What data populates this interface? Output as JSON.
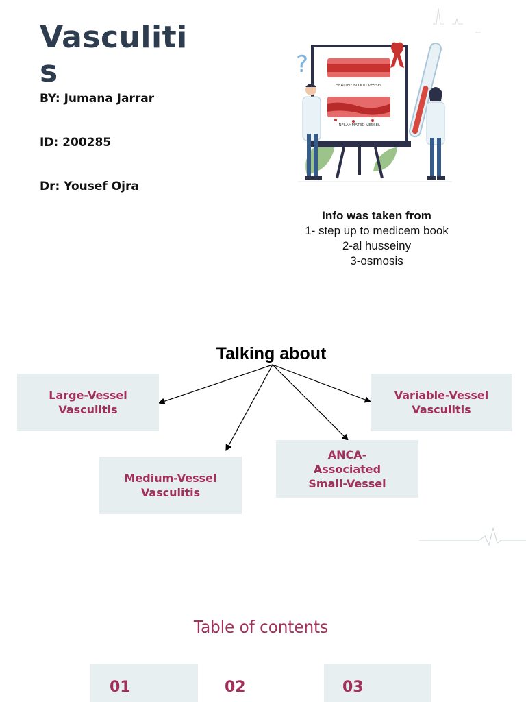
{
  "title": "Vasculitis",
  "author_line": "BY: Jumana Jarrar",
  "id_line": "ID: 200285",
  "doctor_line": "Dr: Yousef Ojra",
  "illustration": {
    "healthy_label": "HEALTHY BLOOD VESSEL",
    "inflamed_label": "INFLAMMATED VESSEL"
  },
  "sources": {
    "heading": "Info was taken from",
    "items": [
      "1- step up to medicem book",
      "2-al husseiny",
      "3-osmosis"
    ]
  },
  "talking": {
    "heading": "Talking about",
    "topics": {
      "large": "Large-Vessel Vasculitis",
      "variable": "Variable-Vessel Vasculitis",
      "medium": "Medium-Vessel Vasculitis",
      "anca": "ANCA-Associated Small-Vessel"
    }
  },
  "toc": {
    "heading": "Table of contents",
    "numbers": [
      "01",
      "02",
      "03"
    ]
  },
  "colors": {
    "title": "#2e3c50",
    "accent": "#a3305a",
    "box": "#e7eef0"
  }
}
